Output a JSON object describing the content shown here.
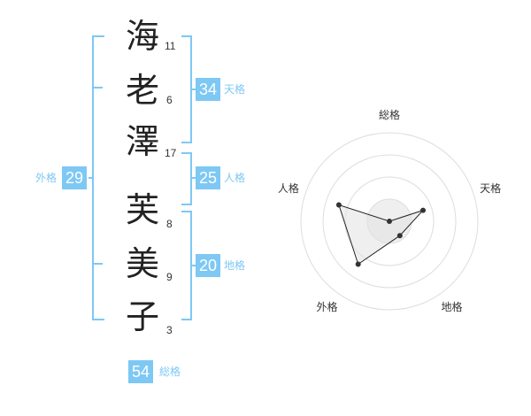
{
  "name": {
    "chars": [
      "海",
      "老",
      "澤",
      "芙",
      "美",
      "子"
    ],
    "strokes": [
      "11",
      "6",
      "17",
      "8",
      "9",
      "3"
    ]
  },
  "kaku": {
    "tenkaku": {
      "value": "34",
      "label": "天格"
    },
    "jinkaku": {
      "value": "25",
      "label": "人格"
    },
    "chikaku": {
      "value": "20",
      "label": "地格"
    },
    "gaikaku": {
      "value": "29",
      "label": "外格"
    },
    "soukaku": {
      "value": "54",
      "label": "総格"
    }
  },
  "colors": {
    "accent": "#7ec8f4",
    "radar_line": "#222222"
  },
  "chart_data": {
    "type": "radar",
    "axes": [
      "総格",
      "天格",
      "地格",
      "外格",
      "人格"
    ],
    "values": [
      0.0,
      0.4,
      0.2,
      0.6,
      0.6
    ],
    "max": 1,
    "rings": 4
  }
}
